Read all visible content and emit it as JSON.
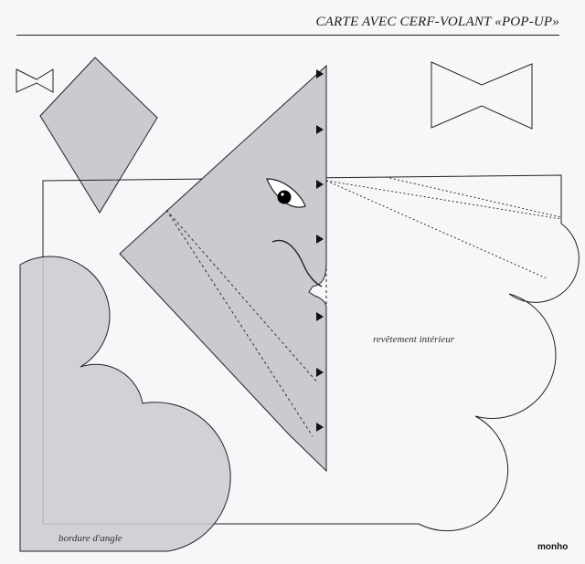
{
  "header": {
    "title": "CARTE AVEC CERF-VOLANT «POP-UP»"
  },
  "labels": {
    "interior_lining": "revêtement intérieur",
    "corner_border": "bordure d'angle"
  },
  "watermark": "monho",
  "colors": {
    "kite_fill": "#c9cbd1",
    "outline": "#222222",
    "paper": "#f7f7f9"
  },
  "icons": {
    "small_bow": "bow-tie-small-icon",
    "large_bow": "bow-tie-large-icon",
    "eye": "eye-icon"
  }
}
